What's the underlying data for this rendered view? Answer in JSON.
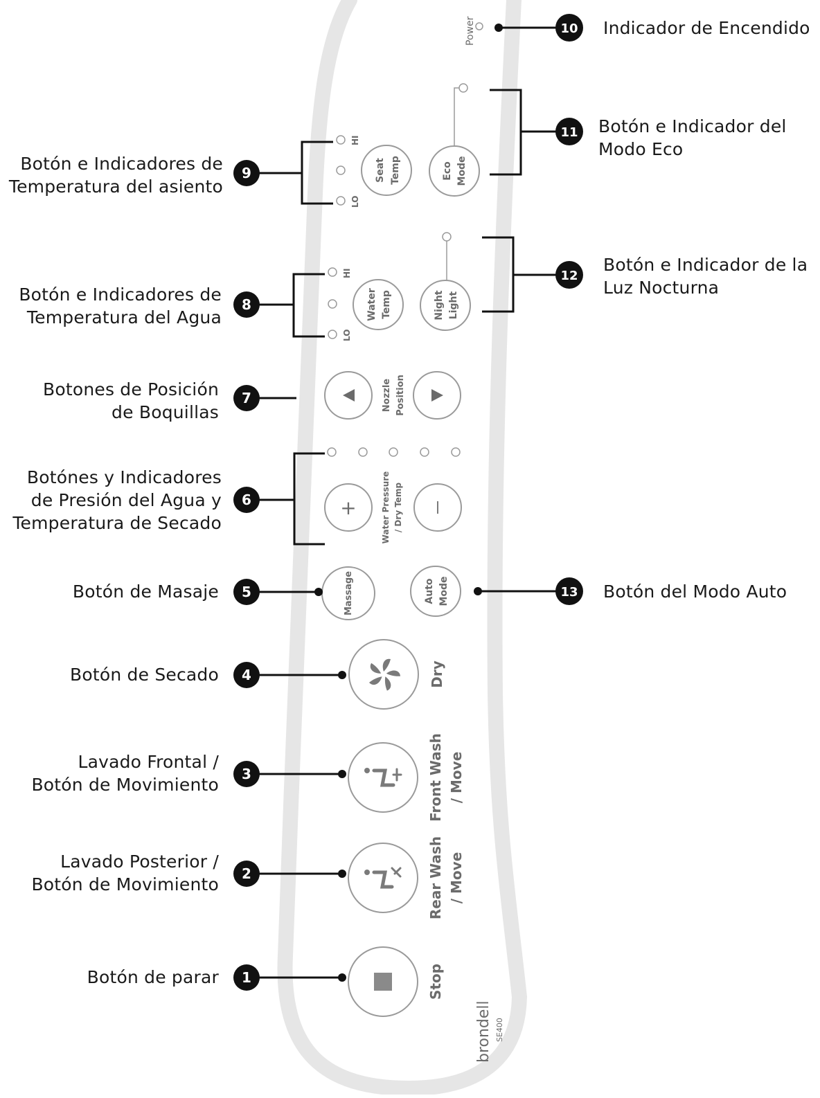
{
  "remote": {
    "power_text": "Power",
    "seat_temp": [
      "Seat",
      "Temp"
    ],
    "eco_mode": [
      "Eco",
      "Mode"
    ],
    "water_temp": [
      "Water",
      "Temp"
    ],
    "night_light": [
      "Night",
      "Light"
    ],
    "nozzle_position": [
      "Nozzle",
      "Position"
    ],
    "water_pressure": [
      "Water Pressure",
      "/ Dry Temp"
    ],
    "massage": "Massage",
    "auto_mode": [
      "Auto",
      "Mode"
    ],
    "dry": "Dry",
    "front_wash": [
      "Front Wash",
      "/ Move"
    ],
    "rear_wash": [
      "Rear Wash",
      "/ Move"
    ],
    "stop": "Stop",
    "hi": "HI",
    "lo": "LO",
    "plus": "+",
    "minus": "—",
    "brand": "brondell",
    "model": "SE400"
  },
  "callouts": [
    {
      "num": "1",
      "lines": [
        "Botón de parar"
      ]
    },
    {
      "num": "2",
      "lines": [
        "Lavado Posterior /",
        "Botón de Movimiento"
      ]
    },
    {
      "num": "3",
      "lines": [
        "Lavado Frontal /",
        "Botón de Movimiento"
      ]
    },
    {
      "num": "4",
      "lines": [
        "Botón de Secado"
      ]
    },
    {
      "num": "5",
      "lines": [
        "Botón de Masaje"
      ]
    },
    {
      "num": "6",
      "lines": [
        "Botónes y Indicadores",
        "de Presión del Agua y",
        "Temperatura de Secado"
      ]
    },
    {
      "num": "7",
      "lines": [
        "Botones de Posición",
        "de Boquillas"
      ]
    },
    {
      "num": "8",
      "lines": [
        "Botón e Indicadores de",
        "Temperatura del Agua"
      ]
    },
    {
      "num": "9",
      "lines": [
        "Botón e Indicadores de",
        "Temperatura del asiento"
      ]
    },
    {
      "num": "10",
      "lines": [
        "Indicador de Encendido"
      ]
    },
    {
      "num": "11",
      "lines": [
        "Botón e Indicador del",
        "Modo Eco"
      ]
    },
    {
      "num": "12",
      "lines": [
        "Botón e Indicador de la",
        "Luz Nocturna"
      ]
    },
    {
      "num": "13",
      "lines": [
        "Botón del Modo Auto"
      ]
    }
  ]
}
